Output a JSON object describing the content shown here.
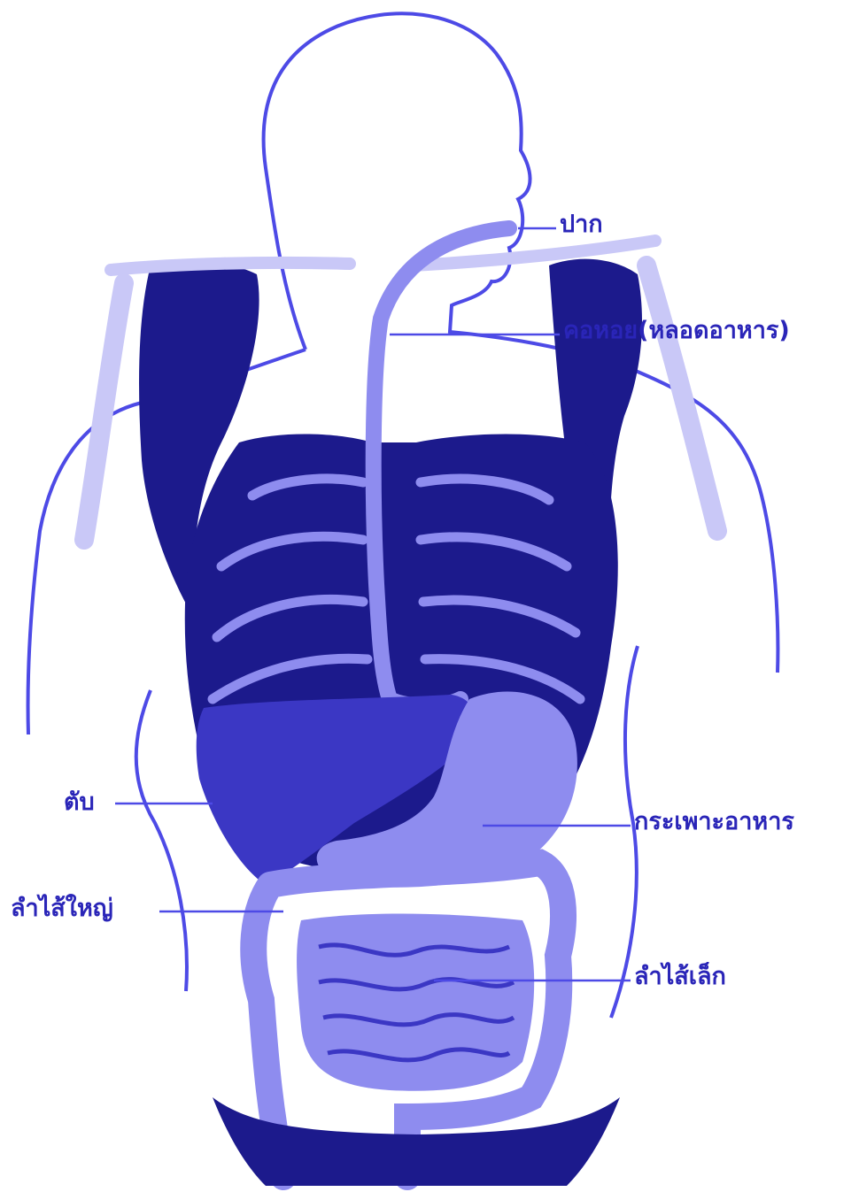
{
  "labels": {
    "mouth": "ปาก",
    "esophagus": "คอหอย(หลอดอาหาร)",
    "liver": "ตับ",
    "stomach": "กระเพาะอาหาร",
    "large_intestine": "ลำไส้ใหญ่",
    "small_intestine": "ลำไส้เล็ก"
  },
  "colors": {
    "outline": "#4d4ae6",
    "dark_fill": "#1c1a8c",
    "mid_fill": "#3b37c4",
    "light_fill": "#8e8cef",
    "pale_fill": "#c9c8f7",
    "label_text": "#2a25b8"
  }
}
